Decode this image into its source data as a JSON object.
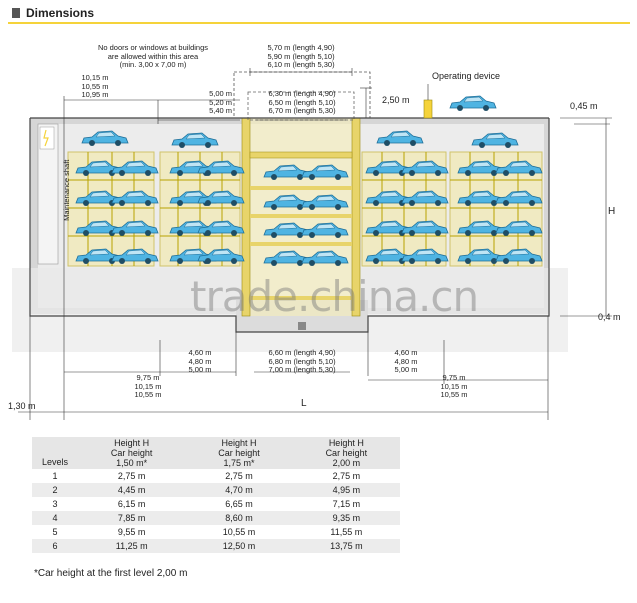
{
  "header": {
    "title": "Dimensions"
  },
  "labels": {
    "note": [
      "No doors or windows at buildings",
      "are allowed within this area",
      "(min. 3,00 x 7,00 m)"
    ],
    "top_widths": [
      "5,70 m (length 4,90)",
      "5,90 m (length 5,10)",
      "6,10 m (length 5,30)"
    ],
    "left_top": [
      "10,15 m",
      "10,55 m",
      "10,95 m"
    ],
    "mid_left_top": [
      "5,00 m",
      "5,20 m",
      "5,40 m"
    ],
    "inner_top": [
      "6,30 m (length 4,90)",
      "6,50 m (length 5,10)",
      "6,70 m (length 5,30)"
    ],
    "height_250": "2,50 m",
    "operating_device": "Operating device",
    "height_045": "0,45 m",
    "H": "H",
    "pit_04": "0,4 m",
    "maintenance_shaft": "Maintenance shaft",
    "bottom_left_dims": [
      "4,60 m",
      "4,80 m",
      "5,00 m"
    ],
    "bottom_center_dims": [
      "6,60 m (length 4,90)",
      "6,80 m (length 5,10)",
      "7,00 m (length 5,30)"
    ],
    "bottom_right_dims": [
      "4,60 m",
      "4,80 m",
      "5,00 m"
    ],
    "bottom_left_long": [
      "9,75 m",
      "10,15 m",
      "10,55 m"
    ],
    "bottom_right_long": [
      "9,75 m",
      "10,15 m",
      "10,55 m"
    ],
    "left_130": "1,30 m",
    "L": "L",
    "watermark": "trade.china.cn"
  },
  "table": {
    "headers": [
      {
        "line1": "",
        "line2": "",
        "line3": "Levels"
      },
      {
        "line1": "Height H",
        "line2": "Car height",
        "line3": "1,50 m*"
      },
      {
        "line1": "Height H",
        "line2": "Car height",
        "line3": "1,75 m*"
      },
      {
        "line1": "Height H",
        "line2": "Car height",
        "line3": "2,00 m"
      }
    ],
    "rows": [
      [
        "1",
        "2,75 m",
        "2,75 m",
        "2,75 m"
      ],
      [
        "2",
        "4,45 m",
        "4,70 m",
        "4,95 m"
      ],
      [
        "3",
        "6,15 m",
        "6,65 m",
        "7,15 m"
      ],
      [
        "4",
        "7,85 m",
        "8,60 m",
        "9,35 m"
      ],
      [
        "5",
        "9,55 m",
        "10,55 m",
        "11,55 m"
      ],
      [
        "6",
        "11,25 m",
        "12,50 m",
        "13,75 m"
      ]
    ]
  },
  "footnote": "*Car height at the first level 2,00 m",
  "colors": {
    "accent_yellow": "#f5d33a",
    "frame_yellow": "#e8d46a",
    "car_blue": "#3aa6d8",
    "ground_gray": "#d9d9d9"
  }
}
